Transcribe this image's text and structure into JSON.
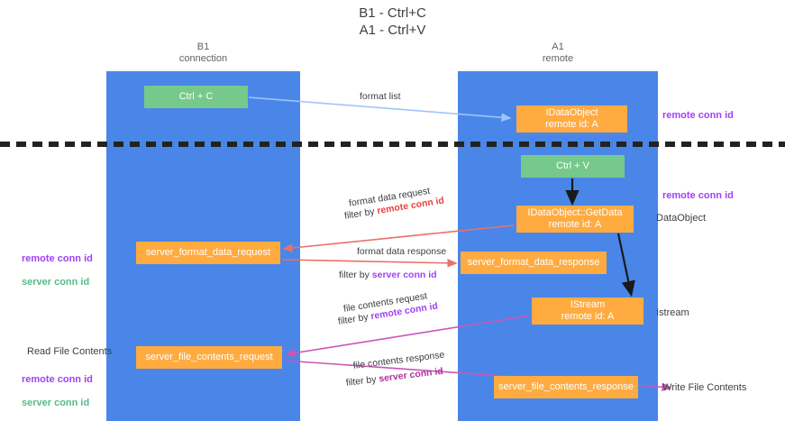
{
  "title": "B1 - Ctrl+C\nA1 - Ctrl+V",
  "lanes": [
    {
      "id": "b1",
      "label": "B1\nconnection",
      "color": "#4a86e8"
    },
    {
      "id": "a1",
      "label": "A1\nremote",
      "color": "#4a86e8"
    }
  ],
  "nodes": {
    "ctrl_c": "Ctrl + C",
    "idataobject": "IDataObject\nremote id: A",
    "ctrl_v": "Ctrl + V",
    "getdata": "IDataObject::GetData\nremote id: A",
    "server_format_data_request": "server_format_data_request",
    "server_format_data_response": "server_format_data_response",
    "istream": "IStream\nremote id: A",
    "server_file_contents_request": "server_file_contents_request",
    "server_file_contents_response": "server_file_contents_response"
  },
  "edge_labels": {
    "format_list": "format list",
    "format_data_request": "format data request",
    "format_data_request_filter_prefix": "filter by ",
    "format_data_request_filter_key": "remote conn id",
    "format_data_response": "format data response",
    "format_data_response_filter_prefix": "filter by ",
    "format_data_response_filter_key": "server conn id",
    "file_contents_request": "file contents request",
    "file_contents_request_filter_prefix": "filter by ",
    "file_contents_request_filter_key": "remote conn id",
    "file_contents_response": "file contents response",
    "file_contents_response_filter_prefix": "filter by ",
    "file_contents_response_filter_key": "server conn id"
  },
  "side_labels": {
    "remote_conn_id_top": "remote conn id",
    "remote_conn_id_mid": "remote conn id",
    "dataobject": "DataObject",
    "istream": "Istream",
    "write_file_contents": "Write File Contents",
    "read_file_contents": "Read File Contents",
    "left_remote_conn_id": "remote conn id",
    "left_server_conn_id": "server conn id",
    "left_remote_conn_id_2": "remote conn id",
    "left_server_conn_id_2": "server conn id"
  },
  "colors": {
    "lane": "#4a86e8",
    "node_green": "#76c98b",
    "node_orange": "#ffab40",
    "accent_purple": "#a142f4",
    "accent_green": "#57bb8a",
    "accent_red": "#e8453c",
    "accent_magenta": "#b3309c",
    "edge_blue": "#9fc5f8",
    "divider": "#222222"
  }
}
